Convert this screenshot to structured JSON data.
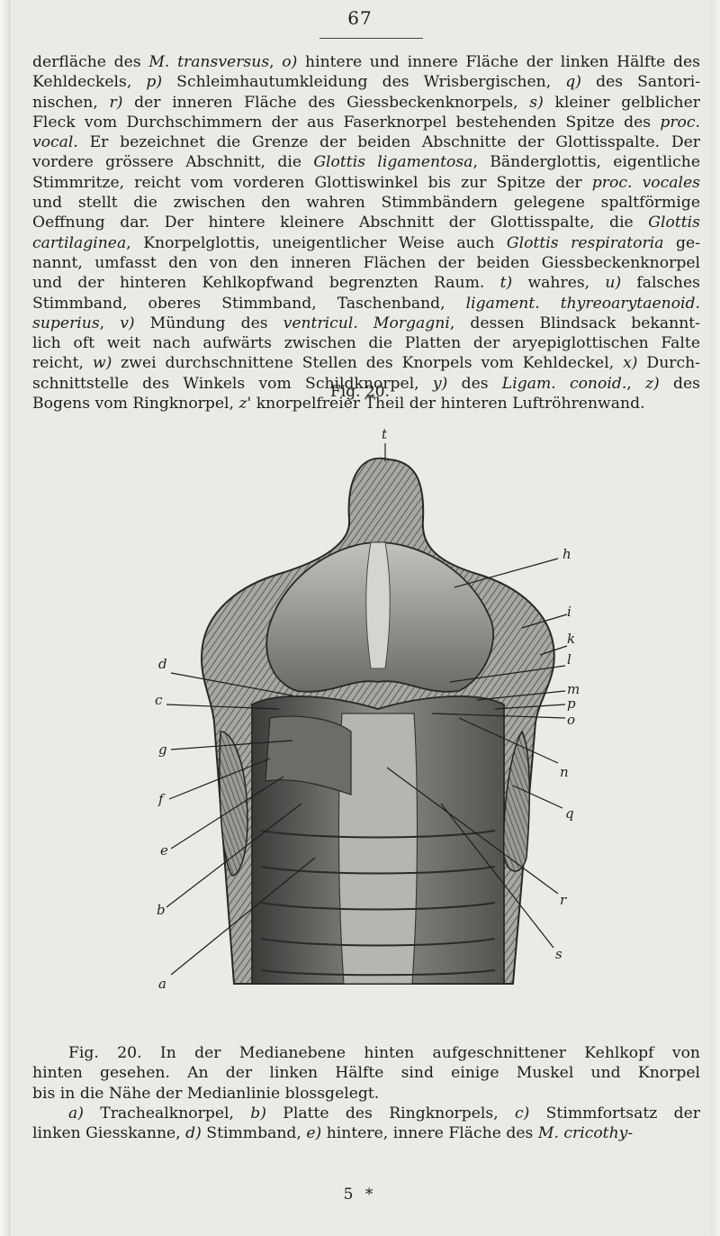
{
  "page": {
    "number": "67",
    "paragraph": {
      "lines": [
        [
          "derfläche des ",
          {
            "i": "M. transversus"
          },
          ", ",
          {
            "i": "o)"
          },
          " hintere und innere Fläche der linken Hälfte des"
        ],
        [
          "Kehldeckels, ",
          {
            "i": "p)"
          },
          " Schleimhautumkleidung des Wrisbergischen, ",
          {
            "i": "q)"
          },
          " des Santori-"
        ],
        [
          "nischen, ",
          {
            "i": "r)"
          },
          " der inneren Fläche des Giessbeckenknorpels, ",
          {
            "i": "s)"
          },
          " kleiner gelblicher"
        ],
        [
          "Fleck vom Durchschimmern der aus Faserknorpel bestehenden Spitze des ",
          {
            "i": "proc."
          }
        ],
        [
          {
            "i": "vocal."
          },
          " Er bezeichnet die Grenze der beiden Abschnitte der Glottisspalte. Der"
        ],
        [
          "vordere grössere Abschnitt, die ",
          {
            "i": "Glottis ligamentosa"
          },
          ", Bänderglottis, eigentliche"
        ],
        [
          "Stimmritze, reicht vom vorderen Glottiswinkel bis zur Spitze der ",
          {
            "i": "proc. vocales"
          }
        ],
        [
          "und stellt die zwischen den wahren Stimmbändern gelegene spaltförmige"
        ],
        [
          "Oeffnung dar. Der hintere kleinere Abschnitt der Glottisspalte, die ",
          {
            "i": "Glottis"
          }
        ],
        [
          {
            "i": "cartilaginea"
          },
          ", Knorpelglottis, uneigentlicher Weise auch ",
          {
            "i": "Glottis respiratoria"
          },
          " ge-"
        ],
        [
          "nannt, umfasst den von den inneren Flächen der beiden Giessbeckenknorpel"
        ],
        [
          "und der hinteren Kehlkopfwand begrenzten Raum. ",
          {
            "i": "t)"
          },
          " wahres, ",
          {
            "i": "u)"
          },
          " falsches"
        ],
        [
          "Stimmband, oberes Stimmband, Taschenband, ",
          {
            "i": "ligament. thyreoarytaenoid."
          }
        ],
        [
          {
            "i": "superius"
          },
          ", ",
          {
            "i": "v)"
          },
          " Mündung des ",
          {
            "i": "ventricul. Morgagni"
          },
          ", dessen Blindsack bekannt-"
        ],
        [
          "lich oft weit nach aufwärts zwischen die Platten der aryepiglottischen Falte"
        ],
        [
          "reicht, ",
          {
            "i": "w)"
          },
          " zwei durchschnittene Stellen des Knorpels vom Kehldeckel, ",
          {
            "i": "x)"
          },
          " Durch-"
        ],
        [
          "schnittstelle des Winkels vom Schildknorpel, ",
          {
            "i": "y)"
          },
          " des ",
          {
            "i": "Ligam. conoid."
          },
          ", ",
          {
            "i": "z)"
          },
          " des"
        ],
        [
          "Bogens vom Ringknorpel, ",
          {
            "i": "z'"
          },
          " knorpelfreier Theil der hinteren Luftröhrenwand."
        ]
      ]
    },
    "figure": {
      "label": "Fig. 20.",
      "top_letter": "t",
      "right_letters": [
        "h",
        "i",
        "k",
        "l",
        "m",
        "p",
        "o",
        "n",
        "q",
        "r",
        "s"
      ],
      "left_letters": [
        "d",
        "c",
        "g",
        "f",
        "e",
        "b",
        "a"
      ]
    },
    "caption": {
      "lines": [
        [
          "Fig. 20. In der Medianebene hinten aufgeschnittener Kehlkopf von"
        ],
        [
          "hinten gesehen. An der linken Hälfte sind einige Muskel und Knorpel"
        ],
        [
          "bis in die Nähe der Medianlinie blossgelegt."
        ]
      ],
      "legend_lines": [
        [
          {
            "i": "a)"
          },
          " Trachealknorpel, ",
          {
            "i": "b)"
          },
          " Platte des Ringknorpels, ",
          {
            "i": "c)"
          },
          " Stimmfortsatz der"
        ],
        [
          "linken Giesskanne, ",
          {
            "i": "d)"
          },
          " Stimmband, ",
          {
            "i": "e)"
          },
          " hintere, innere Fläche des ",
          {
            "i": "M. cricothy-"
          }
        ]
      ]
    },
    "signature": "5 *"
  }
}
